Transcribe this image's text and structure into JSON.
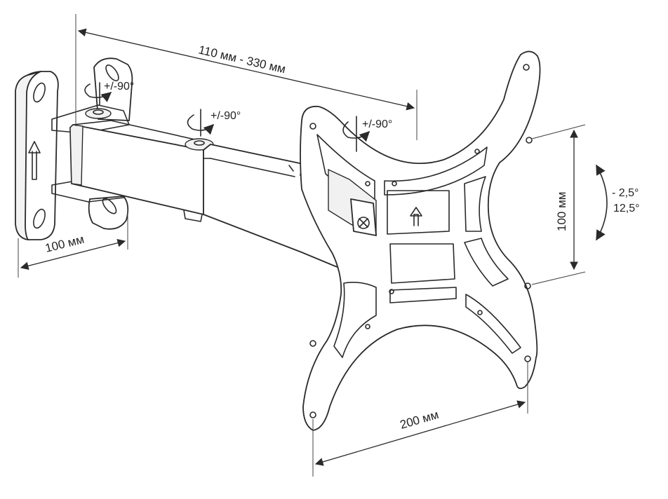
{
  "labels": {
    "arm_length": "110 мм - 330 мм",
    "wall_plate_width": "100 мм",
    "vesa_horizontal": "200 мм",
    "vesa_vertical": "100 мм",
    "swivel_wall": "+/-90°",
    "swivel_middle": "+/-90°",
    "swivel_head": "+/-90°",
    "tilt_up": "- 2,5°",
    "tilt_down": "12,5°"
  }
}
